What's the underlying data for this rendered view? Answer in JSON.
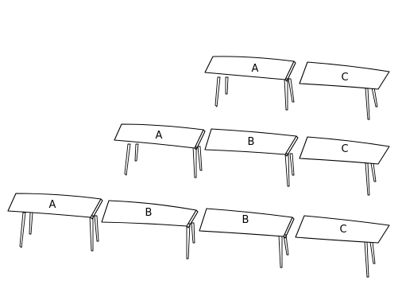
{
  "rows": [
    {
      "tables": [
        {
          "label": "A"
        },
        {
          "label": "C"
        }
      ]
    },
    {
      "tables": [
        {
          "label": "A"
        },
        {
          "label": "B"
        },
        {
          "label": "C"
        }
      ]
    },
    {
      "tables": [
        {
          "label": "A"
        },
        {
          "label": "B"
        },
        {
          "label": "B"
        },
        {
          "label": "C"
        }
      ]
    }
  ]
}
